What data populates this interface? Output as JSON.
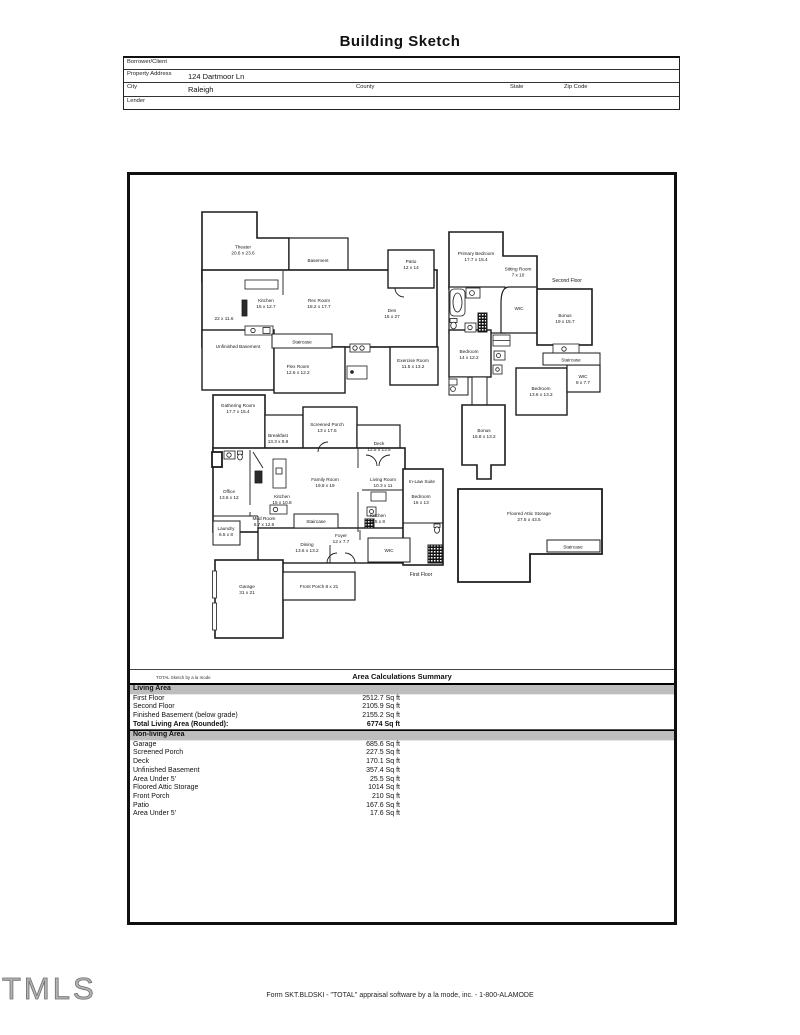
{
  "title": "Building Sketch",
  "header": {
    "borrower_label": "Borrower/Client",
    "property_label": "Property Address",
    "property_value": "124 Dartmoor Ln",
    "city_label": "City",
    "city_value": "Raleigh",
    "county_label": "County",
    "state_label": "State",
    "zip_label": "Zip Code",
    "lender_label": "Lender"
  },
  "rooms": {
    "theater": {
      "name": "Theater",
      "dims": "20.6 x 23.6"
    },
    "basement_area": {
      "name": "Basement"
    },
    "patio_b": {
      "name": "Patio",
      "dims": "12 x 14"
    },
    "kitchen_b": {
      "name": "Kitchen",
      "dims": "15 x 12.7"
    },
    "rec_room": {
      "name": "Rec Room",
      "dims": "18.2 x 17.7"
    },
    "den": {
      "name": "Den",
      "dims": "15 x 27"
    },
    "room_22": {
      "dims": "22 x 11.6"
    },
    "unfinished_basement": {
      "name": "Unfinished Basement"
    },
    "staircase_b": {
      "name": "Staircase"
    },
    "flex_room": {
      "name": "Flex Room",
      "dims": "12.6 x 12.2"
    },
    "exercise_room": {
      "name": "Exercise Room",
      "dims": "11.5 x 13.2"
    },
    "primary_bedroom": {
      "name": "Primary Bedroom",
      "dims": "17.7 x 15.4"
    },
    "sitting_room": {
      "name": "Sitting Room",
      "dims": "7 x 10"
    },
    "second_floor_label": {
      "name": "Second Floor"
    },
    "wic_2": {
      "name": "WIC"
    },
    "bonus_19": {
      "name": "Bonus",
      "dims": "19 x 15.7"
    },
    "bedroom_14": {
      "name": "Bedroom",
      "dims": "14 x 12.2"
    },
    "staircase_2": {
      "name": "Staircase"
    },
    "wic_8": {
      "name": "WIC",
      "dims": "8 x 7.7"
    },
    "bedroom_136": {
      "name": "Bedroom",
      "dims": "13.6 x 13.2"
    },
    "bonus_168": {
      "name": "Bonus",
      "dims": "16.8 x 13.2"
    },
    "gathering_room": {
      "name": "Gathering Room",
      "dims": "17.7 x 15.4"
    },
    "breakfast": {
      "name": "Breakfast",
      "dims": "13.3 x 9.8"
    },
    "screened_porch": {
      "name": "Screened Porch",
      "dims": "13 x 17.5"
    },
    "deck": {
      "name": "Deck",
      "dims": "12.5 x 13.5"
    },
    "family_room": {
      "name": "Family Room",
      "dims": "19.8 x 19"
    },
    "living_room": {
      "name": "Living Room",
      "dims": "10.3 x 11"
    },
    "in_law_suite": {
      "name": "In-Law Suite"
    },
    "bedroom_16": {
      "name": "Bedroom",
      "dims": "16 x 13"
    },
    "office": {
      "name": "Office",
      "dims": "13.6 x 12"
    },
    "kitchen_15": {
      "name": "Kitchen",
      "dims": "15 x 10.8"
    },
    "mud_room": {
      "name": "Mud Room",
      "dims": "6.7 x 12.6"
    },
    "laundry": {
      "name": "Laundry",
      "dims": "6.5 x 8"
    },
    "staircase_1": {
      "name": "Staircase"
    },
    "foyer": {
      "name": "Foyer",
      "dims": "12 x 7.7"
    },
    "kitchen_95": {
      "name": "Kitchen",
      "dims": "9.5 x 8"
    },
    "dining": {
      "name": "Dining",
      "dims": "13.6 x 13.2"
    },
    "wic_1": {
      "name": "WIC"
    },
    "first_floor_label": {
      "name": "First Floor"
    },
    "garage": {
      "name": "Garage",
      "dims": "31 x 21"
    },
    "front_porch": {
      "name": "Front Porch 8 x 21"
    },
    "attic": {
      "name": "Floored Attic Storage",
      "dims": "27.5 x 43.5"
    },
    "staircase_a": {
      "name": "Staircase"
    }
  },
  "summary": {
    "note": "TOTAL Sketch by a la mode",
    "title": "Area Calculations Summary",
    "living": {
      "header": "Living Area",
      "rows": [
        {
          "label": "First Floor",
          "value": "2512.7 Sq ft"
        },
        {
          "label": "Second Floor",
          "value": "2105.9 Sq ft"
        },
        {
          "label": "Finished Basement (below grade)",
          "value": "2155.2 Sq ft"
        }
      ],
      "total_label": "Total Living Area (Rounded):",
      "total_value": "6774 Sq ft"
    },
    "nonliving": {
      "header": "Non-living Area",
      "rows": [
        {
          "label": "Garage",
          "value": "685.6 Sq ft"
        },
        {
          "label": "Screened Porch",
          "value": "227.5 Sq ft"
        },
        {
          "label": "Deck",
          "value": "170.1 Sq ft"
        },
        {
          "label": "Unfinished Basement",
          "value": "357.4 Sq ft"
        },
        {
          "label": "Area Under 5'",
          "value": "25.5 Sq ft"
        },
        {
          "label": "Floored Attic Storage",
          "value": "1014 Sq ft"
        },
        {
          "label": "Front Porch",
          "value": "210 Sq ft"
        },
        {
          "label": "Patio",
          "value": "167.6 Sq ft"
        },
        {
          "label": "Area Under 5'",
          "value": "17.6 Sq ft"
        }
      ]
    }
  },
  "footer": "Form SKT.BLDSKI - \"TOTAL\" appraisal software by a la mode, inc. - 1-800-ALAMODE",
  "watermark": "TMLS"
}
